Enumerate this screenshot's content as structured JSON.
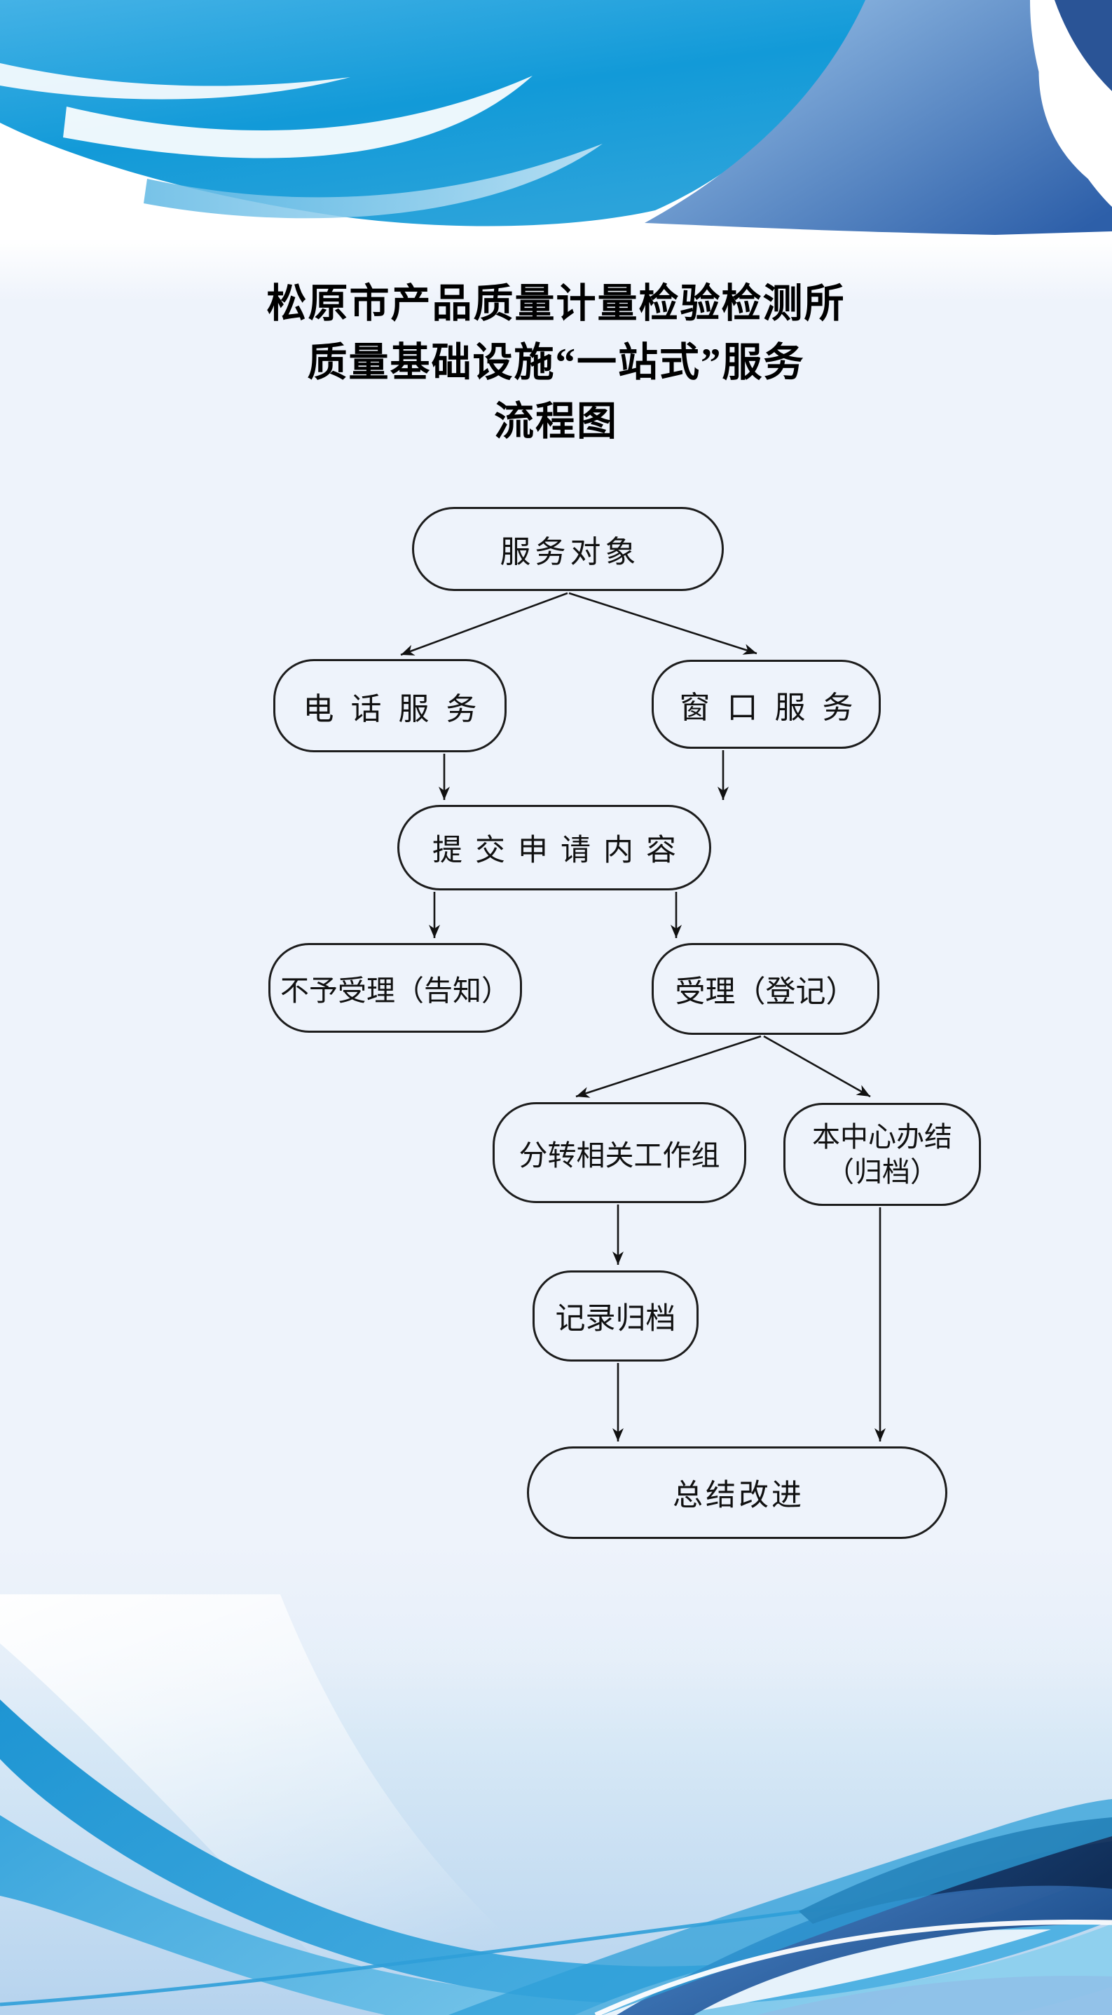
{
  "title": {
    "line1": "松原市产品质量计量检验检测所",
    "line2": "质量基础设施“一站式”服务",
    "line3": "流程图"
  },
  "flowchart": {
    "nodes": {
      "service_target": "服务对象",
      "phone_service": "电话服务",
      "window_service": "窗口服务",
      "submit_application": "提交申请内容",
      "reject": "不予受理（告知）",
      "accept": "受理（登记）",
      "forward_group": "分转相关工作组",
      "center_complete_line1": "本中心办结",
      "center_complete_line2": "（归档）",
      "record_archive": "记录归档",
      "summary_improve": "总结改进"
    }
  },
  "colors": {
    "line": "#151515",
    "node_border": "#1d1d1d",
    "background": "#eef3fb",
    "cyan_accent": "#189ad7",
    "blue_band": "#2d5fa9",
    "navy_accent": "#16365f",
    "pale_blue": "#aecfeb"
  }
}
